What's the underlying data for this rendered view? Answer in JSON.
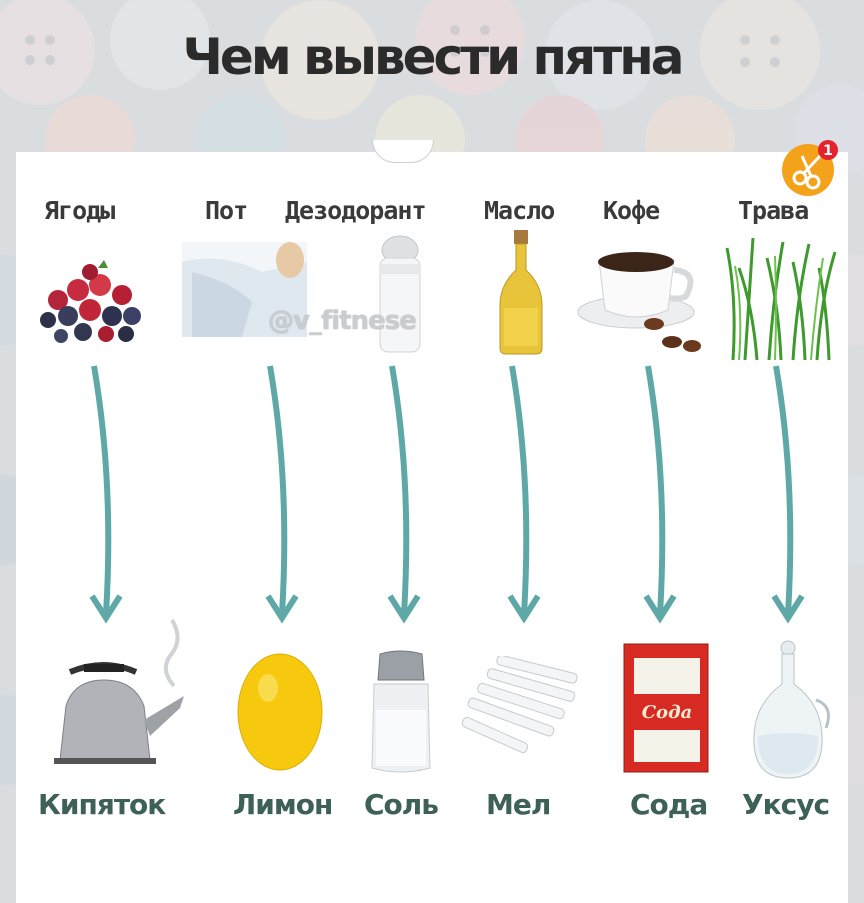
{
  "title": "Чем вывести пятна",
  "watermark": "@v_fitnese",
  "badge": {
    "count": "1",
    "icon": "scissors-icon",
    "color": "#f5a21b"
  },
  "stains": [
    {
      "label": "Ягоды",
      "icon": "berries-icon"
    },
    {
      "label": "Пот",
      "icon": "sweat-shirt-icon"
    },
    {
      "label": "Дезодорант",
      "icon": "deodorant-icon"
    },
    {
      "label": "Масло",
      "icon": "oil-bottle-icon"
    },
    {
      "label": "Кофе",
      "icon": "coffee-cup-icon"
    },
    {
      "label": "Трава",
      "icon": "grass-icon"
    }
  ],
  "remedies": [
    {
      "label": "Кипяток",
      "icon": "kettle-icon"
    },
    {
      "label": "Лимон",
      "icon": "lemon-icon"
    },
    {
      "label": "Соль",
      "icon": "salt-shaker-icon"
    },
    {
      "label": "Мел",
      "icon": "chalk-icon"
    },
    {
      "label": "Сода",
      "icon": "soda-box-icon",
      "box_text": "Сода"
    },
    {
      "label": "Уксус",
      "icon": "vinegar-carafe-icon"
    }
  ],
  "colors": {
    "arrow": "#5ea9a7",
    "remedy_text": "#3d6157",
    "stain_text": "#3a3a3a"
  }
}
